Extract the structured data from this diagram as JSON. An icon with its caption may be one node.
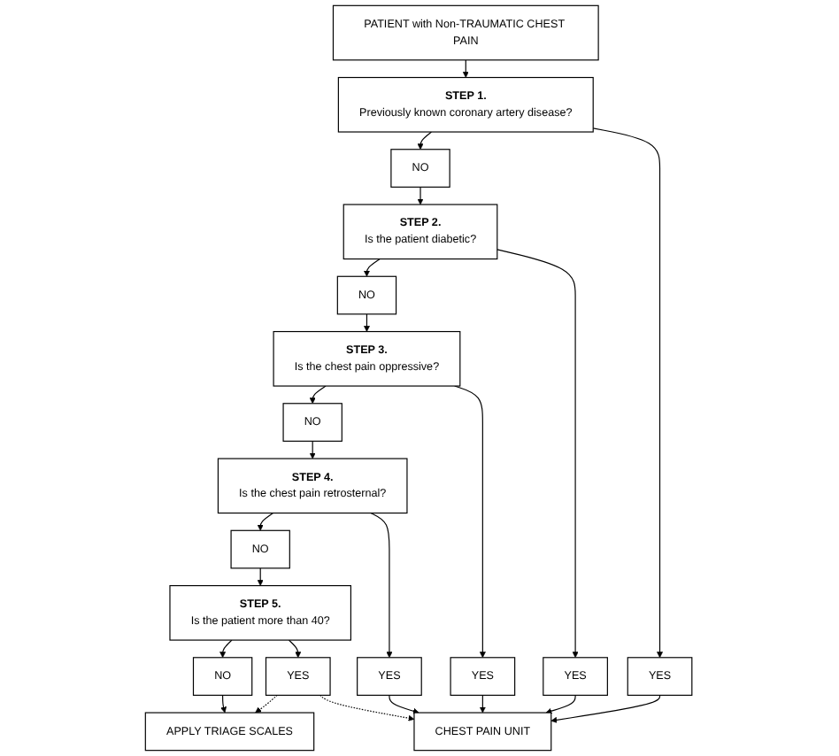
{
  "diagram": {
    "nodes": [
      {
        "text": [
          "PATIENT with Non-TRAUMATIC CHEST PAIN"
        ]
      },
      {
        "text": [
          "CHEST PAIN UNIT"
        ]
      },
      {
        "text": [
          "STEP 1.",
          "Previously known coronary artery disease?"
        ]
      },
      {
        "text": [
          "NO"
        ]
      },
      {
        "text": [
          "YES"
        ]
      },
      {
        "text": [
          "STEP 2.",
          "Is the patient diabetic?"
        ]
      },
      {
        "text": [
          "NO"
        ]
      },
      {
        "text": [
          "YES"
        ]
      },
      {
        "text": [
          "STEP 3.",
          "Is the chest pain oppressive?"
        ]
      },
      {
        "text": [
          "NO"
        ]
      },
      {
        "text": [
          "YES"
        ]
      },
      {
        "text": [
          "STEP 4.",
          "Is the chest pain retrosternal?"
        ]
      },
      {
        "text": [
          "NO"
        ]
      },
      {
        "text": [
          "YES"
        ]
      },
      {
        "text": [
          "STEP 5.",
          "Is the patient more than 40?"
        ]
      },
      {
        "text": [
          "NO"
        ]
      },
      {
        "text": [
          "YES"
        ]
      },
      {
        "text": [
          "APPLY TRIAGE SCALES"
        ]
      }
    ],
    "edges": [
      {
        "from": 0,
        "to": 2,
        "arrow": "to"
      },
      {
        "from": 2,
        "to": 3,
        "arrow": "to"
      },
      {
        "from": 2,
        "to": 4,
        "arrow": "to"
      },
      {
        "from": 4,
        "to": 1,
        "arrow": "to"
      },
      {
        "from": 3,
        "to": 5,
        "arrow": "to"
      },
      {
        "from": 5,
        "to": 6,
        "arrow": "to"
      },
      {
        "from": 5,
        "to": 7,
        "arrow": "to"
      },
      {
        "from": 7,
        "to": 1,
        "arrow": "to"
      },
      {
        "from": 6,
        "to": 8,
        "arrow": "to"
      },
      {
        "from": 8,
        "to": 9,
        "arrow": "to"
      },
      {
        "from": 8,
        "to": 10,
        "arrow": "to"
      },
      {
        "from": 10,
        "to": 1,
        "arrow": "to"
      },
      {
        "from": 9,
        "to": 11,
        "arrow": "to"
      },
      {
        "from": 11,
        "to": 12,
        "arrow": "to"
      },
      {
        "from": 11,
        "to": 13,
        "arrow": "to"
      },
      {
        "from": 13,
        "to": 1,
        "arrow": "to"
      },
      {
        "from": 12,
        "to": 14,
        "arrow": "to"
      },
      {
        "from": 14,
        "to": 15,
        "arrow": "to"
      },
      {
        "from": 14,
        "to": 16,
        "arrow": "to"
      },
      {
        "from": 16,
        "to": 1,
        "arrow": "to",
        "style": "dashed"
      },
      {
        "from": 16,
        "to": 17,
        "arrow": "to",
        "style": "dashed"
      },
      {
        "from": 15,
        "to": 17,
        "arrow": "to"
      }
    ]
  }
}
